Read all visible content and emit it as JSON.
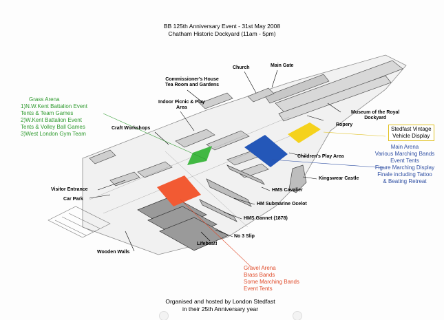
{
  "header": {
    "line1": "BB 125th Anniversary Event - 31st May 2008",
    "line2": "Chatham Historic Dockyard (11am - 5pm)"
  },
  "legend": {
    "grass_arena": {
      "title": "Grass Arena",
      "lines": [
        "1)N.W.Kent Battalion Event",
        "Tents & Team Games",
        "2)W.Kent Battalion Event",
        "Tents & Volley Ball Games",
        "3)West London Gym Team"
      ],
      "color": "#2e9a2e"
    },
    "main_arena": {
      "title": "Main Arena",
      "lines": [
        "Various Marching Bands",
        "Event Tents",
        "Figure Marching Display",
        "Finale including Tattoo",
        "& Beating Retreat"
      ],
      "color": "#2f4fa3"
    },
    "gravel_arena": {
      "title": "Gravel Arena",
      "lines": [
        "Brass Bands",
        "Some Marching Bands",
        "Event Tents"
      ],
      "color": "#e04b2a"
    },
    "vintage": {
      "lines": [
        "Stedfast Vintage",
        "Vehicle Display"
      ],
      "color": "#f5d21c"
    }
  },
  "labels": {
    "church": "Church",
    "main_gate": "Main Gate",
    "commissioners_house": [
      "Commissioner's House",
      "Tea Room and Gardens"
    ],
    "indoor_picnic": [
      "Indoor Picnic & Play",
      "Area"
    ],
    "craft_workshops": "Craft Workshops",
    "museum": [
      "Museum of the Royal",
      "Dockyard"
    ],
    "ropery": "Ropery",
    "childrens_play": "Children's Play Area",
    "kingswear_castle": "Kingswear Castle",
    "hms_cavalier": "HMS Cavalier",
    "visitor_entrance": "Visitor Entrance",
    "car_park": "Car Park",
    "hm_submarine": "HM Submarine Ocelot",
    "hms_gannet": "HMS Gannet (1878)",
    "no3_slip": "No 3 Slip",
    "lifeboat": "Lifeboat!",
    "wooden_walls": "Wooden Walls"
  },
  "footer": {
    "line1": "Organised and hosted by London Stedfast",
    "line2": "in their 25th Anniversary year"
  }
}
